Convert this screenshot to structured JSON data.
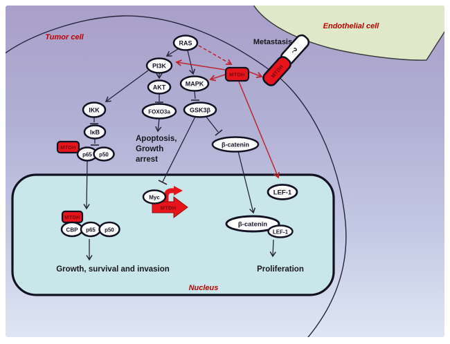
{
  "figure": {
    "type": "signaling-pathway-diagram",
    "regions": {
      "tumor_cell": "Tumor cell",
      "endothelial_cell": "Endothelial cell",
      "nucleus": "Nucleus"
    },
    "captions": {
      "metastasis": "Metastasis",
      "apoptosis_line1": "Apoptosis,",
      "apoptosis_line2": "Growth",
      "apoptosis_line3": "arrest",
      "growth_invasion": "Growth, survival and invasion",
      "proliferation": "Proliferation"
    },
    "nodes": {
      "ras": "RAS",
      "pi3k": "PI3K",
      "akt": "AKT",
      "mapk": "MAPK",
      "foxo3a": "FOXO3a",
      "ikk": "IKK",
      "ikb": "IκB",
      "gsk3b": "GSK3β",
      "beta_catenin_cyto": "β-catenin",
      "p65": "p65",
      "p50": "p50",
      "mtdh_cytoplasm": "MTDH",
      "mtdh_signaling": "MTDH",
      "mtdh_membrane": "MTDH",
      "receptor_unknown": "?",
      "myc": "Myc",
      "mtdh_nucleus": "MTDH",
      "cbp": "CBP",
      "p65_nuclear": "p65",
      "p50_nuclear": "p50",
      "mtdh_gene_arrow": "MTDH",
      "lef1_nuclear": "LEF-1",
      "beta_catenin_nuclear": "β-catenin",
      "lef1_complex": "LEF-1"
    },
    "edges": [
      {
        "from": "RAS",
        "to": "PI3K",
        "type": "activates",
        "color": "black"
      },
      {
        "from": "RAS",
        "to": "MAPK",
        "type": "activates",
        "color": "black"
      },
      {
        "from": "RAS",
        "to": "MTDH",
        "type": "activates-dashed",
        "color": "red"
      },
      {
        "from": "MTDH",
        "to": "PI3K",
        "type": "activates",
        "color": "red"
      },
      {
        "from": "MTDH",
        "to": "MAPK",
        "type": "activates",
        "color": "red"
      },
      {
        "from": "MTDH",
        "to": "membrane-MTDH",
        "type": "activates",
        "color": "red"
      },
      {
        "from": "MTDH",
        "to": "LEF-1",
        "type": "activates",
        "color": "red"
      },
      {
        "from": "PI3K",
        "to": "AKT",
        "type": "activates",
        "color": "black"
      },
      {
        "from": "PI3K",
        "to": "IKK",
        "type": "activates",
        "color": "black"
      },
      {
        "from": "AKT",
        "to": "FOXO3a",
        "type": "inhibits",
        "color": "black"
      },
      {
        "from": "FOXO3a",
        "to": "Apoptosis, Growth arrest",
        "type": "activates",
        "color": "black"
      },
      {
        "from": "IKK",
        "to": "IκB",
        "type": "inhibits",
        "color": "black"
      },
      {
        "from": "IκB",
        "to": "p65/p50",
        "type": "inhibits",
        "color": "black"
      },
      {
        "from": "p65/p50",
        "to": "nucleus complex",
        "type": "translocates",
        "color": "black"
      },
      {
        "from": "MAPK",
        "to": "GSK3β",
        "type": "inhibits",
        "color": "black"
      },
      {
        "from": "GSK3β",
        "to": "β-catenin",
        "type": "inhibits",
        "color": "black"
      },
      {
        "from": "GSK3β",
        "to": "Myc",
        "type": "inhibits",
        "color": "black"
      },
      {
        "from": "β-catenin",
        "to": "β-catenin/LEF-1",
        "type": "translocates",
        "color": "black"
      },
      {
        "from": "β-catenin/LEF-1",
        "to": "Proliferation",
        "type": "activates",
        "color": "black"
      },
      {
        "from": "MTDH/CBP/p65/p50",
        "to": "Growth, survival and invasion",
        "type": "activates",
        "color": "black"
      }
    ],
    "colors": {
      "mtdh_red": "#e8141c",
      "mtdh_text_red": "#700c10",
      "arrow_red": "#c0242e",
      "caption_red": "#c00000",
      "nucleus_fill": "#c9e6ea",
      "endothelial_fill": "#dfe8c9",
      "line_black": "#23233a",
      "background_top": "#a99fc9",
      "background_bottom": "#dfe6f3"
    }
  }
}
